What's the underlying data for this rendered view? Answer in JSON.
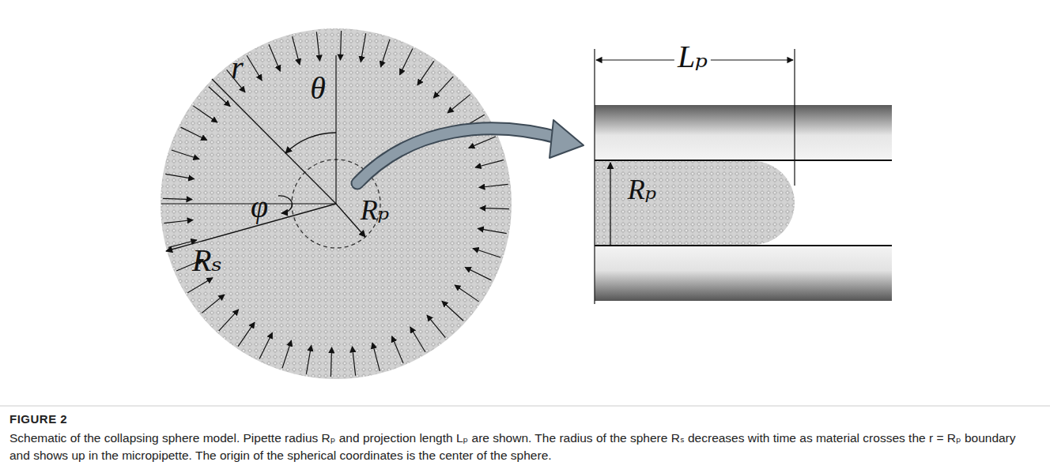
{
  "diagram": {
    "title": "FIGURE 2",
    "caption": "Schematic of the collapsing sphere model. Pipette radius Rₚ and projection length Lₚ are shown. The radius of the sphere Rₛ decreases with time as material crosses the r = Rₚ boundary and shows up in the micropipette. The origin of the spherical coordinates is the center of the sphere.",
    "labels": [
      "r",
      "θ",
      "φ",
      "Rₚ",
      "Rₛ",
      "Lₚ",
      "Rₚ"
    ]
  }
}
